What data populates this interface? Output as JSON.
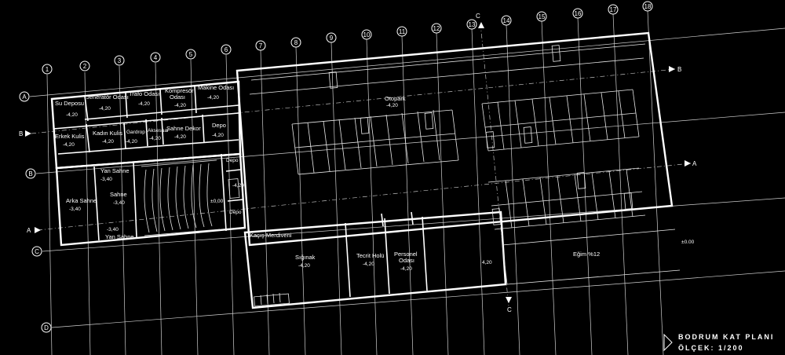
{
  "title": {
    "name": "BODRUM KAT PLANI",
    "scale": "ÖLÇEK: 1/200"
  },
  "grid": {
    "columns": [
      "1",
      "2",
      "3",
      "4",
      "5",
      "6",
      "7",
      "8",
      "9",
      "10",
      "11",
      "12",
      "13",
      "14",
      "15",
      "16",
      "17",
      "18"
    ],
    "rows": [
      "A",
      "B",
      "C",
      "D"
    ],
    "section_markers": [
      "B",
      "B",
      "A",
      "A",
      "C",
      "C"
    ]
  },
  "rooms": {
    "su_deposu": "Su Deposu",
    "jenerator": "Jeneratör Odası",
    "trafo": "Trafo Odası",
    "kompresor_1": "Kompresör",
    "kompresor_2": "Odası",
    "makine": "Makine Odası",
    "otopark": "Otopark",
    "erkek": "Erkek Kulis",
    "kadin": "Kadın Kulis",
    "gardrop": "Gardrop",
    "aksesuar": "Aksesuar",
    "sahne_dekor": "Sahne Dekor",
    "depo_top": "Depo",
    "depo_mid": "Depo",
    "depo_low": "Depo",
    "yan_sahne_top": "Yan Sahne",
    "sahne": "Sahne",
    "arka_sahne": "Arka Sahne",
    "yan_sahne_bottom": "Yan Sahne",
    "kacis": "Kaçış Merdiveni",
    "siginak": "Sığınak",
    "tecrit": "Tecrit Holü",
    "personel_1": "Personel",
    "personel_2": "Odası",
    "egim": "Eğim %12"
  },
  "levels": {
    "l420": "-4,20",
    "l340": "-3,40",
    "l000": "±0,00",
    "l000b": "±0.00",
    "l420b": "4,20"
  }
}
